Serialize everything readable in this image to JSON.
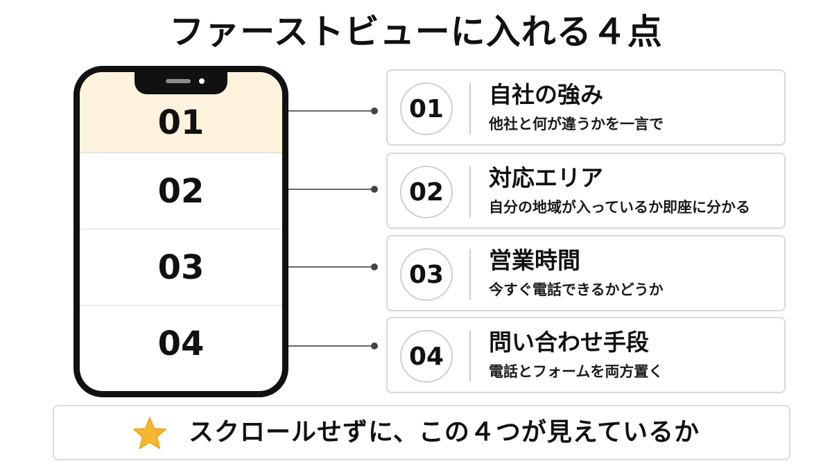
{
  "title": "ファーストビューに入れる４点",
  "phone": {
    "rows": [
      "01",
      "02",
      "03",
      "04"
    ]
  },
  "items": [
    {
      "number": "01",
      "heading": "自社の強み",
      "description": "他社と何が違うかを一言で"
    },
    {
      "number": "02",
      "heading": "対応エリア",
      "description": "自分の地域が入っているか即座に分かる"
    },
    {
      "number": "03",
      "heading": "営業時間",
      "description": "今すぐ電話できるかどうか"
    },
    {
      "number": "04",
      "heading": "問い合わせ手段",
      "description": "電話とフォームを両方置く"
    }
  ],
  "banner": {
    "icon": "star-icon",
    "text": "スクロールせずに、この４つが見えているか"
  },
  "colors": {
    "highlight_row": "#fdf3dc",
    "star": "#f5b731",
    "phone_frame": "#111111"
  }
}
